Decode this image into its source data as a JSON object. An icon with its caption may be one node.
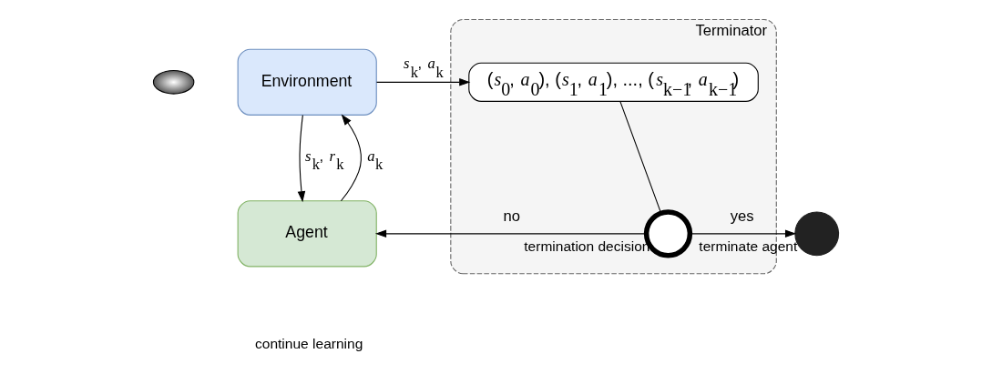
{
  "diagram": {
    "nodes": [
      {
        "text": [],
        "shape": "picture"
      },
      {
        "text": [
          "Environment"
        ]
      },
      {
        "text": [
          "Terminator"
        ]
      },
      {
        "text": [
          "(*s*$_{0}$, *a*$_{0}$), (*s*$_{1}$, *a*$_{1}$), ..., (*s*$_{k−1}$, *a*$_{k−1}$)"
        ],
        "in": 2
      },
      {
        "text": [
          "Agent"
        ]
      },
      {
        "text": [],
        "shape": "circle",
        "beside": [
          "termination decision"
        ],
        "in": 2
      },
      {
        "text": [],
        "shape": "circle",
        "beside": [
          "terminate agent"
        ]
      }
    ],
    "edges": [
      {
        "from": 4,
        "to": 1,
        "arrow": "to",
        "label": "*a*$_{k}$"
      },
      {
        "from": 1,
        "to": 3,
        "arrow": "to",
        "label": "*s*$_{k}$, *a*$_{k}$"
      },
      {
        "from": 1,
        "to": 4,
        "arrow": "to",
        "label": "*s*$_{k}$, *r*$_{k}$"
      },
      {
        "from": 3,
        "to": 5,
        "arrow": "none"
      },
      {
        "from": 5,
        "to": 4,
        "arrow": "to",
        "label": "no"
      },
      {
        "from": 5,
        "to": 6,
        "arrow": "to",
        "label": "yes"
      }
    ],
    "labels": [
      "continue learning"
    ]
  }
}
